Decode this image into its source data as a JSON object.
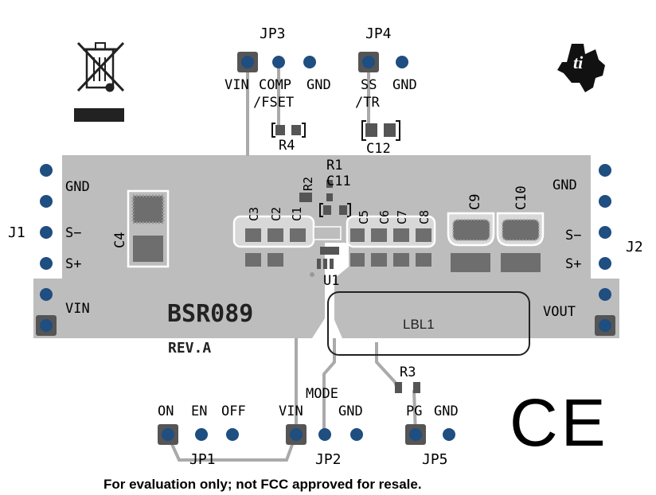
{
  "board": {
    "title": "BSR089",
    "revision": "REV.A",
    "label_box": "LBL1",
    "disclaimer": "For evaluation only; not FCC approved for resale.",
    "ce_mark": "CE",
    "logo": "texas-instruments-logo",
    "weee_icon": "weee-crossed-bin-icon"
  },
  "connectors": {
    "J1": {
      "name": "J1",
      "pins": [
        "GND",
        "S−",
        "S+",
        "VIN"
      ]
    },
    "J2": {
      "name": "J2",
      "pins": [
        "GND",
        "S−",
        "S+",
        "VOUT"
      ]
    }
  },
  "jumpers": {
    "JP1": {
      "name": "JP1",
      "pins": [
        "ON",
        "EN",
        "OFF"
      ]
    },
    "JP2": {
      "name": "JP2",
      "title": "MODE",
      "pins": [
        "VIN",
        "GND"
      ]
    },
    "JP3": {
      "name": "JP3",
      "pins": [
        "VIN",
        "COMP",
        "GND"
      ],
      "sub": "/FSET"
    },
    "JP4": {
      "name": "JP4",
      "pins": [
        "SS",
        "GND"
      ],
      "sub": "/TR"
    },
    "JP5": {
      "name": "JP5",
      "pins": [
        "PG",
        "GND"
      ]
    }
  },
  "components": {
    "R1": "R1",
    "R2": "R2",
    "R3": "R3",
    "R4": "R4",
    "C3": "C3",
    "C2": "C2",
    "C1": "C1",
    "C4": "C4",
    "C5": "C5",
    "C6": "C6",
    "C7": "C7",
    "C8": "C8",
    "C9": "C9",
    "C10": "C10",
    "C11": "C11",
    "C12": "C12",
    "U1": "U1"
  },
  "colors": {
    "copper": "#bdbdbd",
    "pad": "#6e6e6e",
    "via": "#1f4e80",
    "square_pad": "#555555",
    "trace": "#aaaaaa"
  }
}
